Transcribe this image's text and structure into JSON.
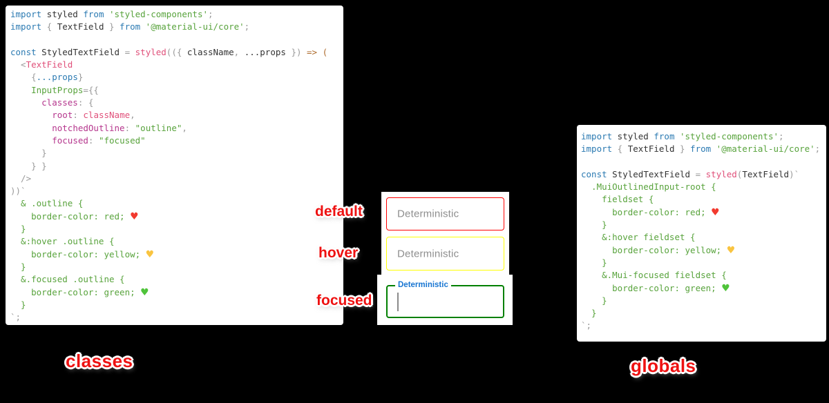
{
  "palette": {
    "kw": "#2b7ab2",
    "plain": "#333333",
    "string-green": "#58a33c",
    "prop-magenta": "#b5368d",
    "func-pink": "#e0507a",
    "punct-gray": "#9a9a9a",
    "arrow-brown": "#ad6a2b",
    "heart-red": "#f23a2f",
    "heart-yellow": "#f9c440",
    "heart-green": "#4fc33a",
    "border-default": "#ff0000",
    "border-hover": "#ffff00",
    "border-focused": "#008000",
    "label-gray": "#8e8e8e",
    "label-focused-blue": "#1976d2",
    "annotation-red": "#ee1111"
  },
  "blocks": {
    "classes": [
      [
        [
          "kw",
          "import"
        ],
        [
          "pl",
          " styled "
        ],
        [
          "kw",
          "from"
        ],
        [
          "grn",
          " 'styled-components'"
        ],
        [
          "gry",
          ";"
        ]
      ],
      [
        [
          "kw",
          "import"
        ],
        [
          "gry",
          " { "
        ],
        [
          "pl",
          "TextField"
        ],
        [
          "gry",
          " } "
        ],
        [
          "kw",
          "from"
        ],
        [
          "grn",
          " '@material-ui/core'"
        ],
        [
          "gry",
          ";"
        ]
      ],
      [],
      [
        [
          "kw",
          "const"
        ],
        [
          "pl",
          " StyledTextField "
        ],
        [
          "gry",
          "= "
        ],
        [
          "pnk",
          "styled"
        ],
        [
          "gry",
          "(({ "
        ],
        [
          "pl",
          "className"
        ],
        [
          "gry",
          ", "
        ],
        [
          "pl",
          "...props"
        ],
        [
          "gry",
          " }) "
        ],
        [
          "orn",
          "=> ("
        ]
      ],
      [
        [
          "gry",
          "  <"
        ],
        [
          "pnk",
          "TextField"
        ]
      ],
      [
        [
          "gry",
          "    {"
        ],
        [
          "kw",
          "...props"
        ],
        [
          "gry",
          "}"
        ]
      ],
      [
        [
          "pl",
          "    "
        ],
        [
          "grn",
          "InputProps"
        ],
        [
          "gry",
          "={{"
        ]
      ],
      [
        [
          "pl",
          "      "
        ],
        [
          "mag",
          "classes"
        ],
        [
          "gry",
          ": {"
        ]
      ],
      [
        [
          "pl",
          "        "
        ],
        [
          "mag",
          "root"
        ],
        [
          "gry",
          ": "
        ],
        [
          "pnk",
          "className"
        ],
        [
          "gry",
          ","
        ]
      ],
      [
        [
          "pl",
          "        "
        ],
        [
          "mag",
          "notchedOutline"
        ],
        [
          "gry",
          ": "
        ],
        [
          "grn",
          "\"outline\""
        ],
        [
          "gry",
          ","
        ]
      ],
      [
        [
          "pl",
          "        "
        ],
        [
          "mag",
          "focused"
        ],
        [
          "gry",
          ": "
        ],
        [
          "grn",
          "\"focused\""
        ]
      ],
      [
        [
          "gry",
          "      }"
        ]
      ],
      [
        [
          "gry",
          "    } }"
        ]
      ],
      [
        [
          "gry",
          "  />"
        ]
      ],
      [
        [
          "gry",
          "))`"
        ]
      ],
      [
        [
          "grn",
          "  & .outline {"
        ]
      ],
      [
        [
          "grn",
          "    border-color: red; "
        ],
        [
          "hr",
          "♥"
        ]
      ],
      [
        [
          "grn",
          "  }"
        ]
      ],
      [
        [
          "grn",
          "  &:hover .outline {"
        ]
      ],
      [
        [
          "grn",
          "    border-color: yellow; "
        ],
        [
          "hy",
          "♥"
        ]
      ],
      [
        [
          "grn",
          "  }"
        ]
      ],
      [
        [
          "grn",
          "  &.focused .outline {"
        ]
      ],
      [
        [
          "grn",
          "    border-color: green; "
        ],
        [
          "hg",
          "♥"
        ]
      ],
      [
        [
          "grn",
          "  }"
        ]
      ],
      [
        [
          "gry",
          "`;"
        ]
      ]
    ],
    "globals": [
      [
        [
          "kw",
          "import"
        ],
        [
          "pl",
          " styled "
        ],
        [
          "kw",
          "from"
        ],
        [
          "grn",
          " 'styled-components'"
        ],
        [
          "gry",
          ";"
        ]
      ],
      [
        [
          "kw",
          "import"
        ],
        [
          "gry",
          " { "
        ],
        [
          "pl",
          "TextField"
        ],
        [
          "gry",
          " } "
        ],
        [
          "kw",
          "from"
        ],
        [
          "grn",
          " '@material-ui/core'"
        ],
        [
          "gry",
          ";"
        ]
      ],
      [],
      [
        [
          "kw",
          "const"
        ],
        [
          "pl",
          " StyledTextField "
        ],
        [
          "gry",
          "= "
        ],
        [
          "pnk",
          "styled"
        ],
        [
          "gry",
          "("
        ],
        [
          "pl",
          "TextField"
        ],
        [
          "gry",
          ")`"
        ]
      ],
      [
        [
          "grn",
          "  .MuiOutlinedInput-root {"
        ]
      ],
      [
        [
          "grn",
          "    fieldset {"
        ]
      ],
      [
        [
          "grn",
          "      border-color: red; "
        ],
        [
          "hr",
          "♥"
        ]
      ],
      [
        [
          "grn",
          "    }"
        ]
      ],
      [
        [
          "grn",
          "    &:hover fieldset {"
        ]
      ],
      [
        [
          "grn",
          "      border-color: yellow; "
        ],
        [
          "hy",
          "♥"
        ]
      ],
      [
        [
          "grn",
          "    }"
        ]
      ],
      [
        [
          "grn",
          "    &.Mui-focused fieldset {"
        ]
      ],
      [
        [
          "grn",
          "      border-color: green; "
        ],
        [
          "hg",
          "♥"
        ]
      ],
      [
        [
          "grn",
          "    }"
        ]
      ],
      [
        [
          "grn",
          "  }"
        ]
      ],
      [
        [
          "gry",
          "`;"
        ]
      ]
    ]
  },
  "fields": {
    "default": {
      "label": "Deterministic"
    },
    "hover": {
      "label": "Deterministic"
    },
    "focused": {
      "label": "Deterministic"
    }
  },
  "annotations": {
    "default": "default",
    "hover": "hover",
    "focused": "focused"
  },
  "captions": {
    "left": "classes",
    "right": "globals"
  }
}
